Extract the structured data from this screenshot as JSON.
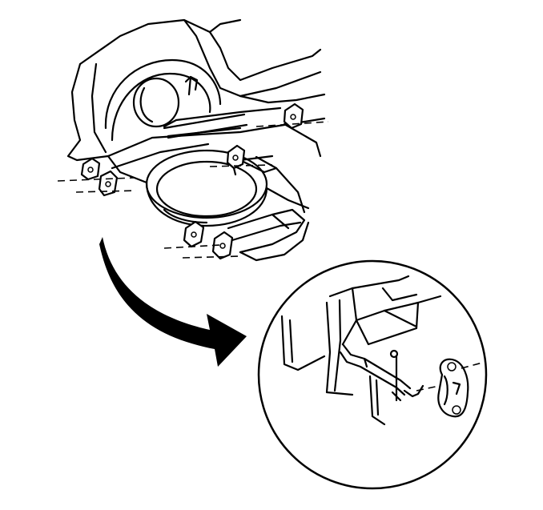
{
  "diagram": {
    "description_none": "",
    "colors": {
      "ink": "#000000",
      "paper": "#ffffff"
    },
    "parts": {
      "vehicle_underbody": "line-art",
      "spare_tire_well": "line-art",
      "exhaust_hangers": 6,
      "detail_callout": "circle-magnifier",
      "arrow": "curved-black-arrow"
    }
  }
}
